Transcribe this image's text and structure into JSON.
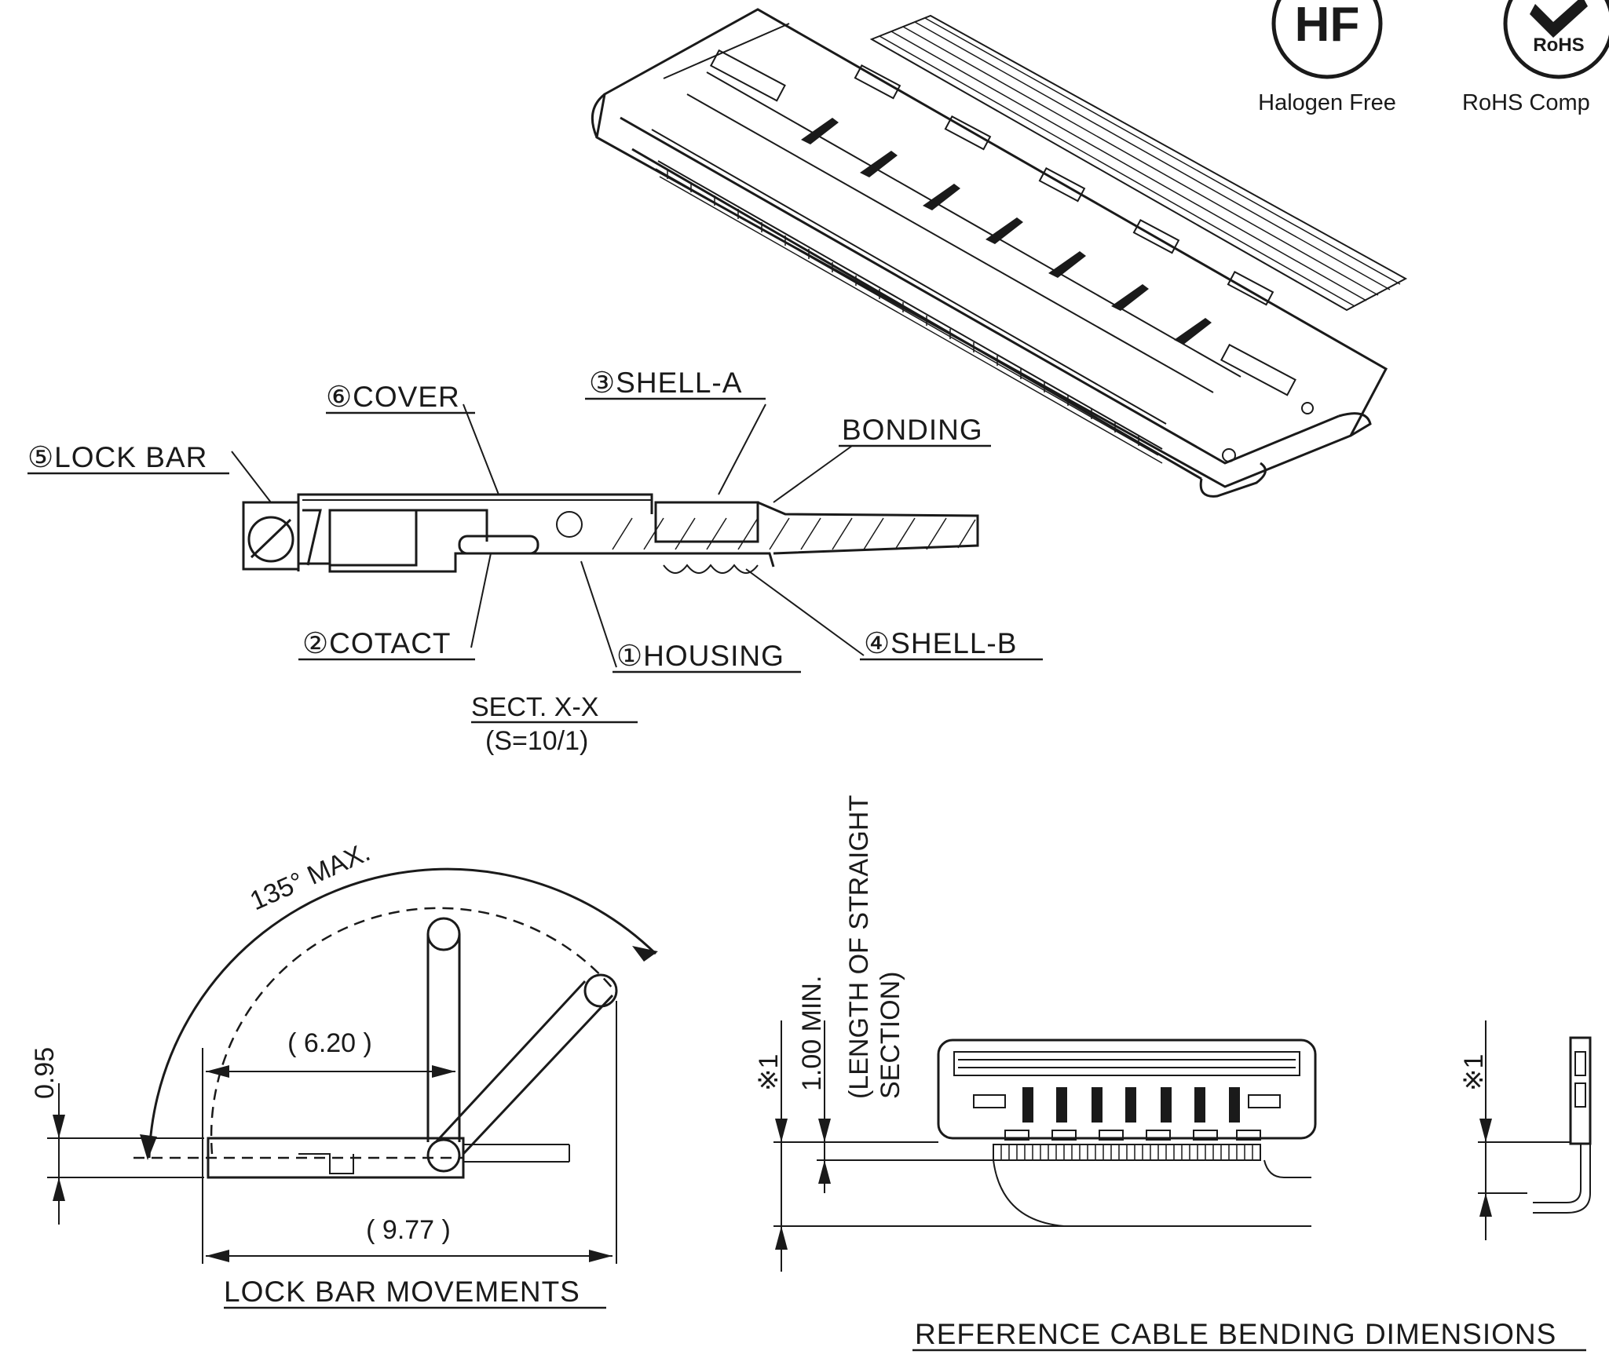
{
  "badges": {
    "hf": {
      "symbol": "HF",
      "caption": "Halogen Free"
    },
    "rohs": {
      "symbol": "RoHS",
      "caption": "RoHS Comp"
    }
  },
  "section": {
    "parts": {
      "cover": "⑥COVER",
      "shell_a": "③SHELL-A",
      "lock_bar": "⑤LOCK BAR",
      "bonding": "BONDING",
      "contact": "②COTACT",
      "housing": "①HOUSING",
      "shell_b": "④SHELL-B"
    },
    "title": "SECT. X-X",
    "scale": "(S=10/1)"
  },
  "lock_bar": {
    "angle_label": "135°  MAX.",
    "dim_inner": "( 6.20 )",
    "dim_outer": "( 9.77 )",
    "dim_height": "0.95",
    "title": "LOCK BAR MOVEMENTS"
  },
  "cable_bending": {
    "min_label": "1.00 MIN.",
    "straight_line1": "(LENGTH OF STRAIGHT",
    "straight_line2": "SECTION)",
    "note_mark": "※1",
    "note_mark_right": "※1",
    "title": "REFERENCE CABLE BENDING DIMENSIONS"
  }
}
